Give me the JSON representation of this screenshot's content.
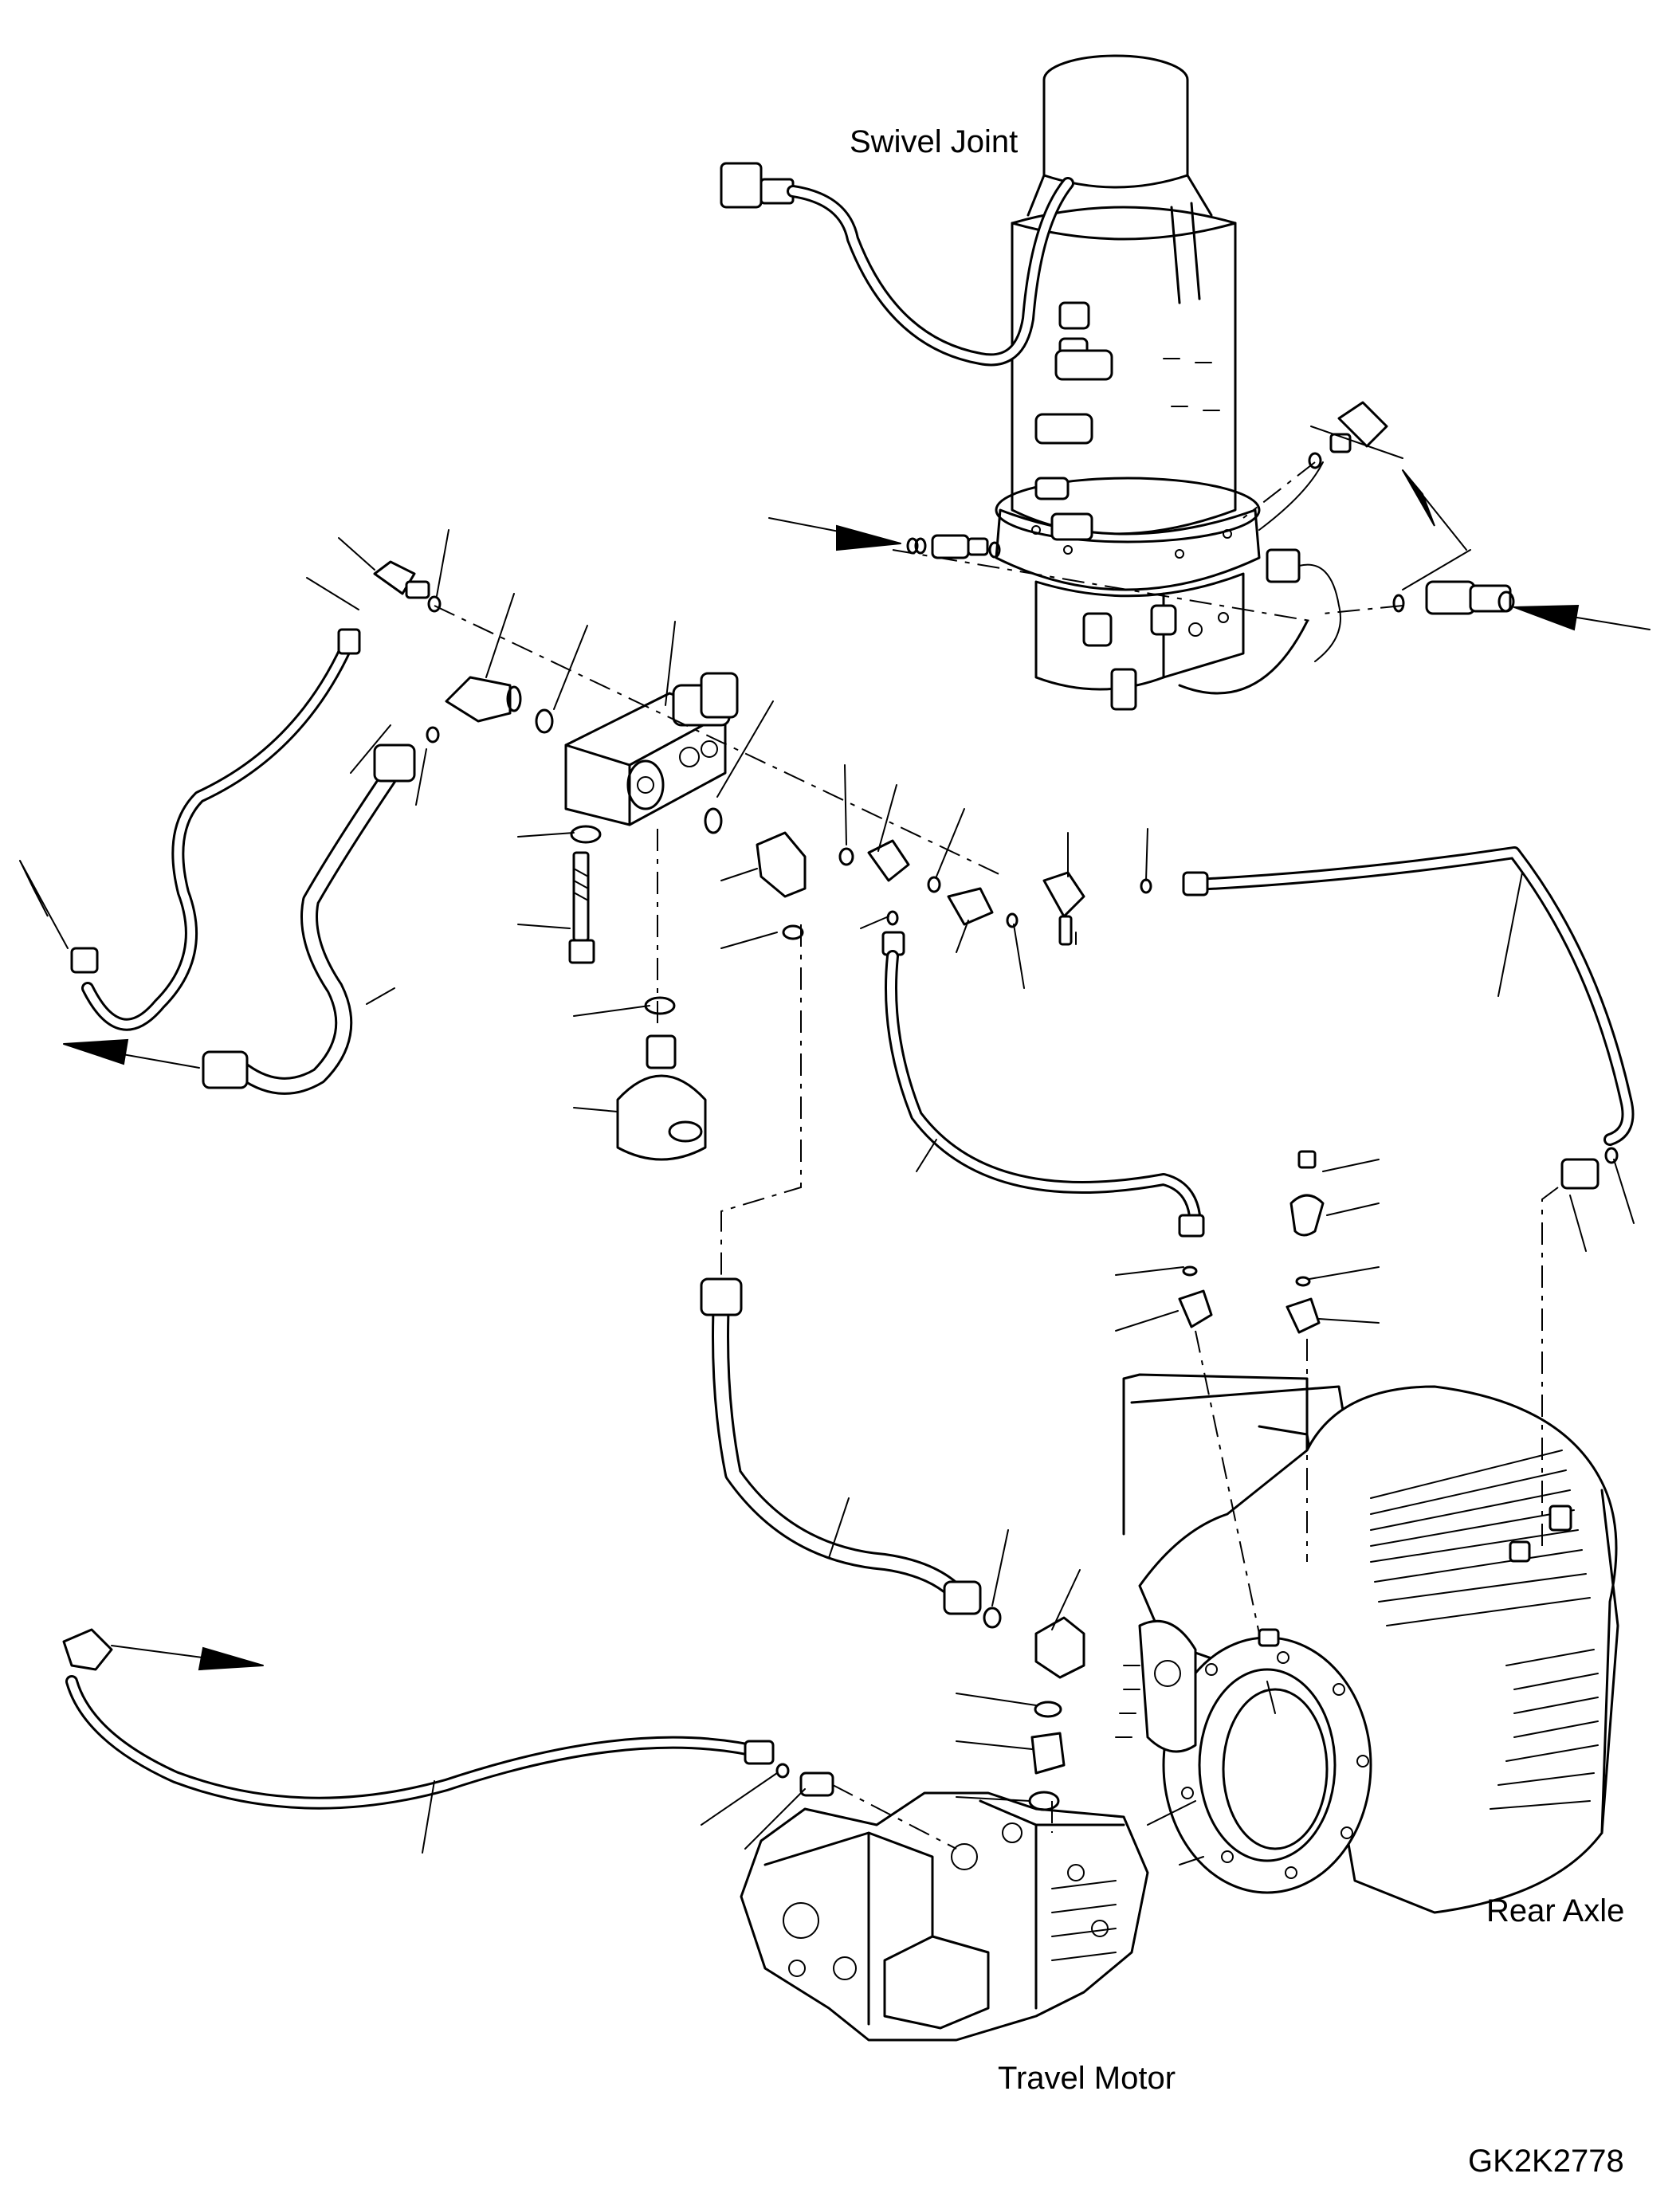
{
  "labels": {
    "swivel_joint": "Swivel Joint",
    "rear_axle": "Rear Axle",
    "travel_motor": "Travel Motor",
    "drawing_number": "GK2K2778"
  }
}
